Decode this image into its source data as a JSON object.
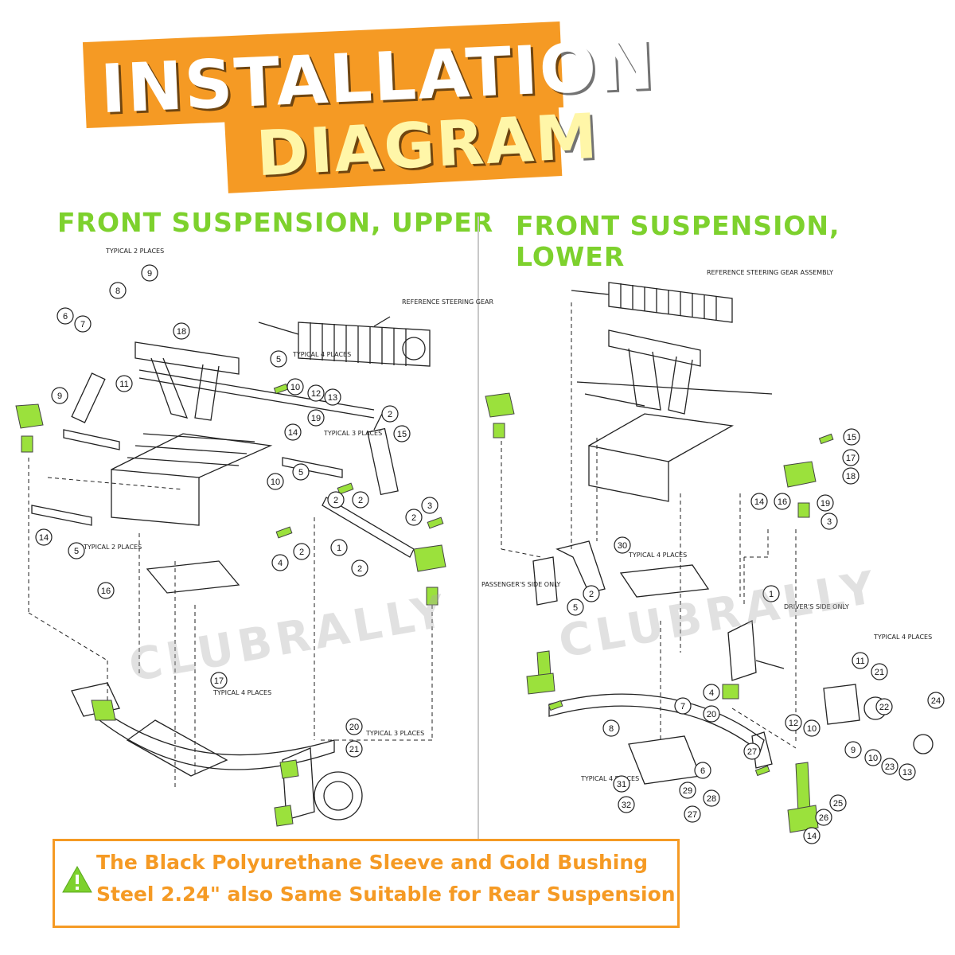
{
  "header": {
    "title_line1": "INSTALLATION",
    "title_line2": "DIAGRAM"
  },
  "left_panel": {
    "title": "FRONT SUSPENSION, UPPER",
    "labels": {
      "typical_2_places_top": "TYPICAL 2 PLACES",
      "reference_steering_gear": "REFERENCE STEERING GEAR",
      "typical_4_places_5": "TYPICAL 4 PLACES",
      "typical_3_places_19": "TYPICAL 3 PLACES",
      "typical_2_places_5": "TYPICAL 2 PLACES",
      "typical_4_places_17": "TYPICAL 4 PLACES",
      "typical_3_places_20": "TYPICAL 3 PLACES"
    },
    "callouts": [
      "8",
      "9",
      "6",
      "7",
      "18",
      "5",
      "11",
      "9",
      "10",
      "12",
      "13",
      "19",
      "14",
      "2",
      "15",
      "5",
      "10",
      "2",
      "2",
      "3",
      "2",
      "4",
      "2",
      "1",
      "2",
      "14",
      "5",
      "16",
      "17",
      "20",
      "21"
    ]
  },
  "right_panel": {
    "title": "FRONT SUSPENSION, LOWER",
    "labels": {
      "reference_steering_gear_assembly": "REFERENCE STEERING GEAR ASSEMBLY",
      "typical_4_places_30": "TYPICAL 4 PLACES",
      "passengers_side_only": "PASSENGER'S SIDE ONLY",
      "drivers_side_only": "DRIVER'S SIDE ONLY",
      "typical_4_places_11": "TYPICAL 4 PLACES",
      "typical_4_places_31": "TYPICAL 4 PLACES"
    },
    "callouts": [
      "15",
      "17",
      "18",
      "14",
      "16",
      "19",
      "3",
      "30",
      "2",
      "5",
      "1",
      "11",
      "21",
      "7",
      "4",
      "20",
      "12",
      "10",
      "9",
      "10",
      "22",
      "24",
      "23",
      "13",
      "8",
      "6",
      "27",
      "25",
      "28",
      "26",
      "27",
      "29",
      "31",
      "32",
      "14"
    ]
  },
  "watermark": "CLUBRALLY",
  "note": {
    "line1": "The Black Polyurethane Sleeve and Gold Bushing",
    "line2": "Steel 2.24\" also Same Suitable for Rear Suspension"
  },
  "colors": {
    "banner": "#f59a24",
    "section_title": "#7dd12d",
    "highlight_part": "#9be13c",
    "note_border": "#f59a24",
    "warning_icon": "#7dd12d"
  },
  "icons": [
    "warning-icon"
  ]
}
